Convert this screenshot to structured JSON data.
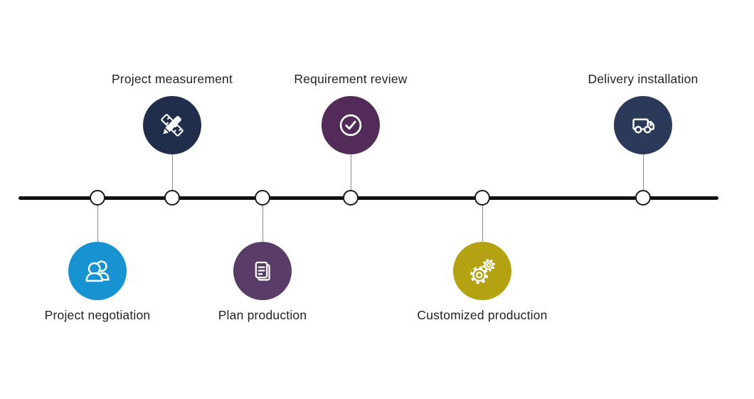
{
  "diagram": {
    "type": "horizontal-timeline-process",
    "background": "#ffffff",
    "line_color": "#111111",
    "connector_color": "#8c8c8c",
    "node_fill": "#ffffff",
    "node_border": "#1a1a1a",
    "label_color": "#222222",
    "icon_stroke": "#ffffff",
    "steps": [
      {
        "label": "Project negotiation",
        "icon": "users-icon",
        "color": "#1793d1",
        "position": "below"
      },
      {
        "label": "Project measurement",
        "icon": "ruler-pencil-icon",
        "color": "#202d4b",
        "position": "above"
      },
      {
        "label": "Plan production",
        "icon": "document-icon",
        "color": "#5a3d66",
        "position": "below"
      },
      {
        "label": "Requirement review",
        "icon": "check-circle-icon",
        "color": "#532b58",
        "position": "above"
      },
      {
        "label": "Customized production",
        "icon": "gears-icon",
        "color": "#b4a212",
        "position": "below"
      },
      {
        "label": "Delivery installation",
        "icon": "truck-icon",
        "color": "#2b3a59",
        "position": "above"
      }
    ]
  }
}
